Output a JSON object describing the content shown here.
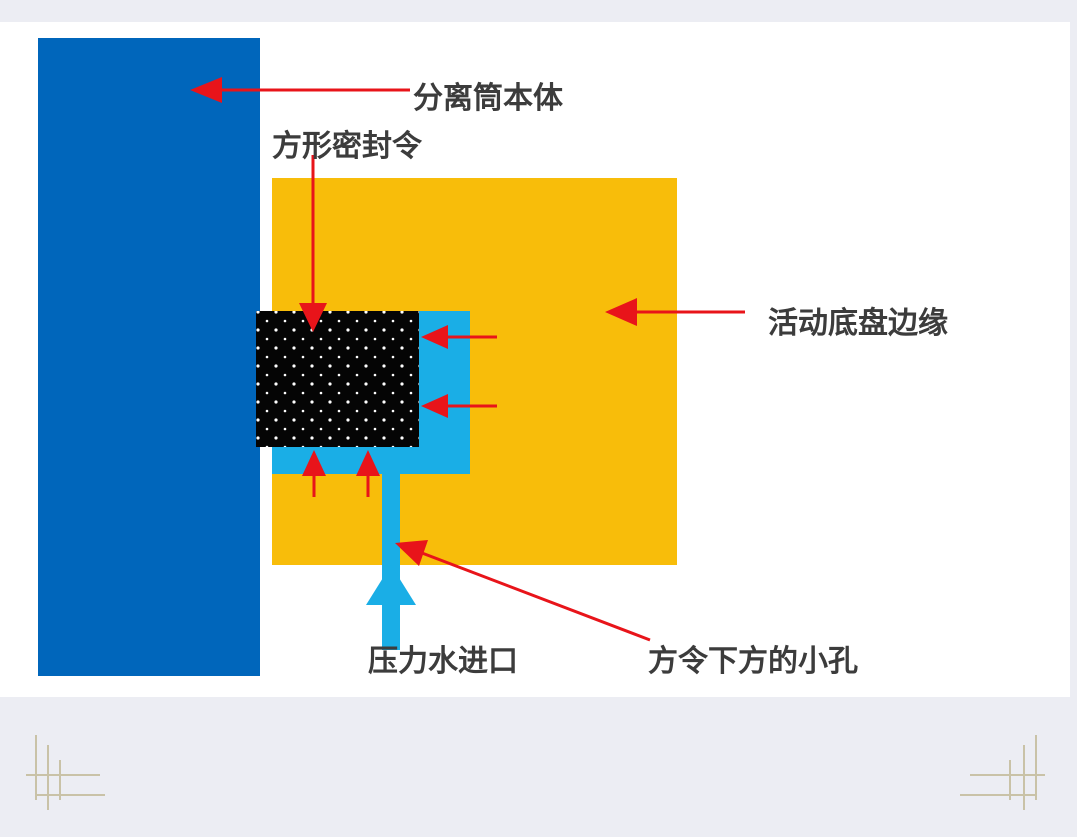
{
  "labels": {
    "separator_body": "分离筒本体",
    "square_seal": "方形密封令",
    "disc_edge": "活动底盘边缘",
    "water_inlet": "压力水进口",
    "small_hole": "方令下方的小孔"
  },
  "colors": {
    "separator": "#0066bb",
    "disc": "#f8bd0a",
    "water": "#1aaee6",
    "seal": "#050505",
    "arrow": "#e8141a",
    "text": "#3c3c3c",
    "corner": "#c9c2a7"
  }
}
